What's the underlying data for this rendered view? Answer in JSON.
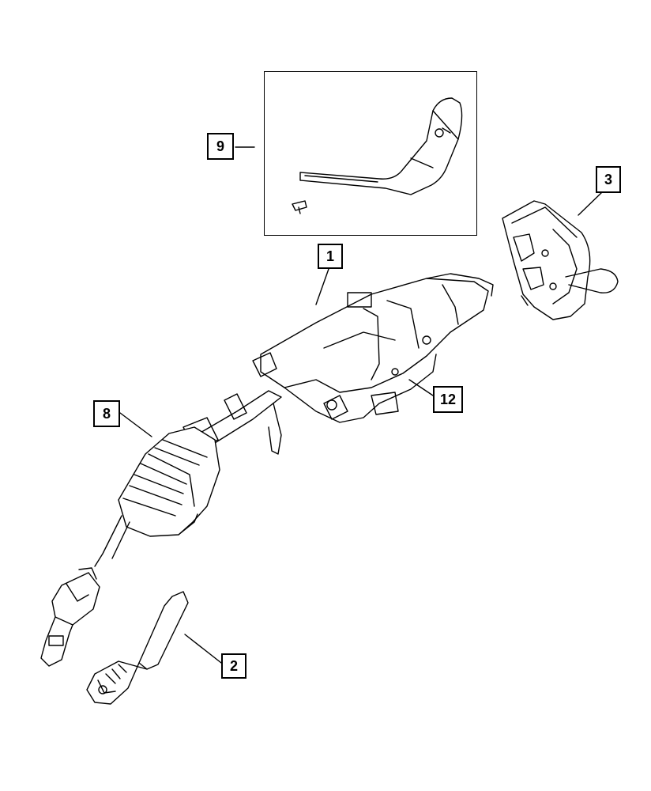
{
  "diagram": {
    "callouts": {
      "c1": "1",
      "c2": "2",
      "c3": "3",
      "c8": "8",
      "c9": "9",
      "c12": "12"
    }
  },
  "colors": {
    "ink": "#000000",
    "paper": "#ffffff",
    "shade": "#444444"
  }
}
